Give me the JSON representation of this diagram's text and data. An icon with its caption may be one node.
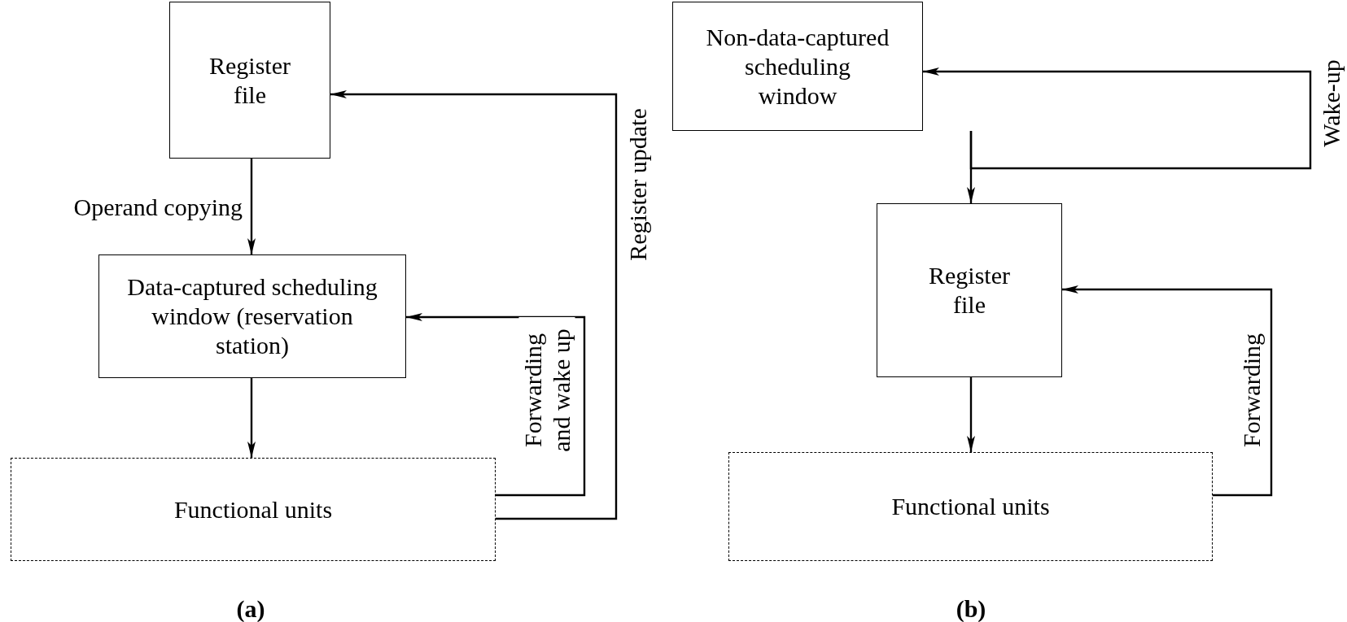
{
  "diagram": {
    "nodes": [
      {
        "text": [
          "Register file"
        ]
      },
      {
        "text": [
          "Data-captured scheduling window (reservation station)"
        ]
      },
      {
        "text": [
          "Functional units"
        ]
      },
      {
        "text": [
          "Non-data-captured scheduling window"
        ]
      },
      {
        "text": [
          "Register file"
        ]
      },
      {
        "text": [
          "Functional units"
        ]
      }
    ],
    "edges": [
      {
        "from": 0,
        "to": 1,
        "arrow": "to",
        "label": "Operand copying"
      },
      {
        "from": 1,
        "to": 2,
        "arrow": "to"
      },
      {
        "from": 2,
        "to": 1,
        "arrow": "to",
        "label": "Forwarding and wake up"
      },
      {
        "from": 2,
        "to": 0,
        "arrow": "to",
        "label": "Register update"
      },
      {
        "from": 3,
        "to": 4,
        "arrow": "to"
      },
      {
        "from": 3,
        "to": 3,
        "arrow": "to",
        "label": "Wake-up"
      },
      {
        "from": 4,
        "to": 5,
        "arrow": "to"
      },
      {
        "from": 5,
        "to": 4,
        "arrow": "to",
        "label": "Forwarding"
      }
    ],
    "labels": [
      "(a)",
      "(b)"
    ]
  }
}
